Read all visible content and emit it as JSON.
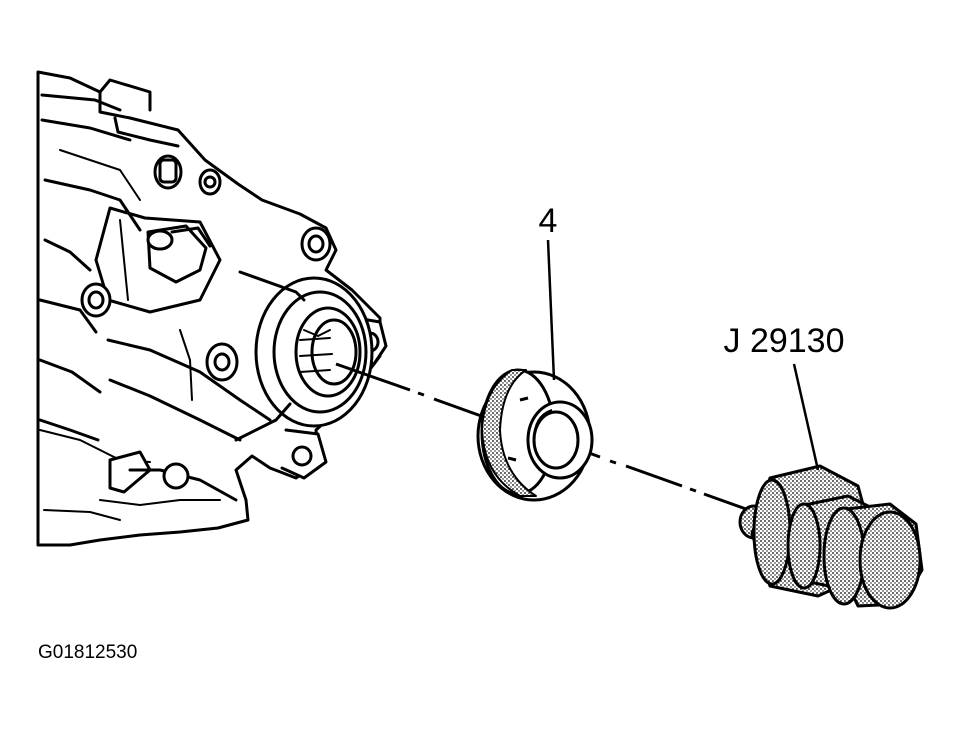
{
  "callouts": {
    "seal": "4",
    "tool": "J 29130"
  },
  "figure_id": "G01812530"
}
